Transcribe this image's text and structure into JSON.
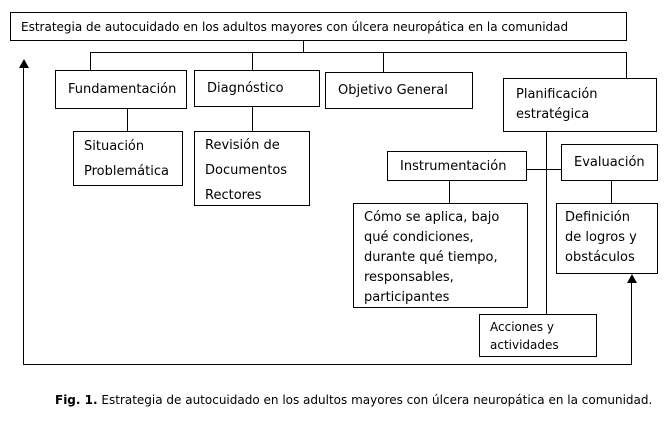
{
  "figure": {
    "title": "Estrategia de autocuidado en los adultos mayores con úlcera neuropática en la comunidad",
    "nodes": {
      "fundamentacion": "Fundamentación",
      "diagnostico": "Diagnóstico",
      "objetivo_general": "Objetivo General",
      "planificacion": "Planificación estratégica",
      "situacion": "Situación Problemática",
      "revision": "Revisión de Documentos Rectores",
      "instrumentacion": "Instrumentación",
      "evaluacion": "Evaluación",
      "como_aplica": "Cómo se aplica, bajo qué condiciones, durante qué tiempo, responsables, participantes",
      "definicion": "Definición de logros y obstáculos",
      "acciones": "Acciones y actividades"
    },
    "caption": {
      "prefix": "Fig. 1.",
      "text": "Estrategia de autocuidado en los adultos mayores con úlcera neuropática en la comunidad."
    },
    "colors": {
      "line": "#000000",
      "background": "#ffffff",
      "text": "#000000"
    }
  }
}
